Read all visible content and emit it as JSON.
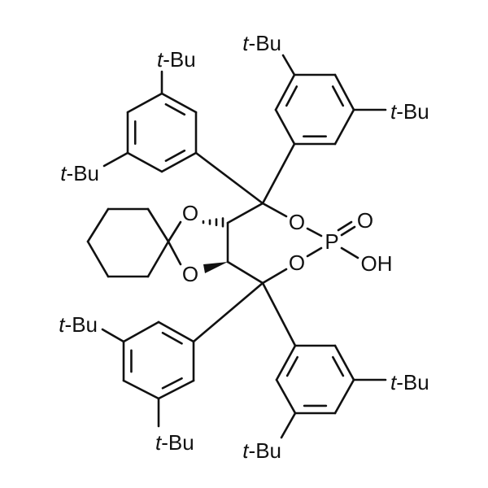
{
  "molecule": {
    "substituent_label": "t-Bu",
    "oxygen_label": "O",
    "phosphorus_label": "P",
    "hydroxyl_label": "OH"
  },
  "colors": {
    "bond": "#111111",
    "background": "#ffffff"
  }
}
